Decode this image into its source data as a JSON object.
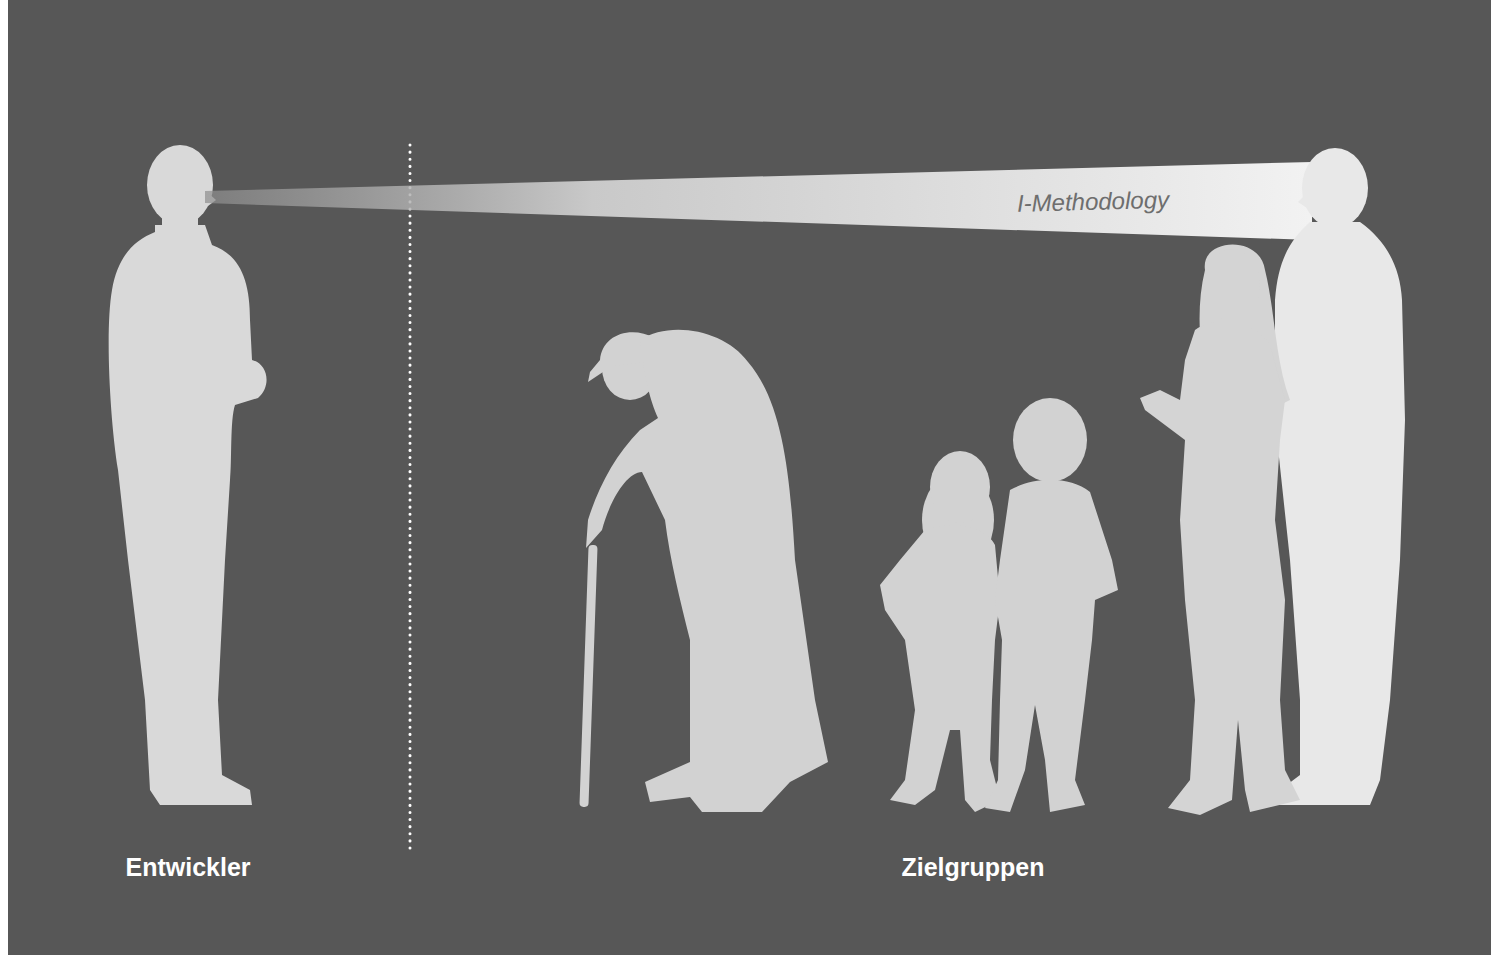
{
  "diagram": {
    "labels": [
      "I-Methodology",
      "Entwickler",
      "Zielgruppen"
    ]
  }
}
